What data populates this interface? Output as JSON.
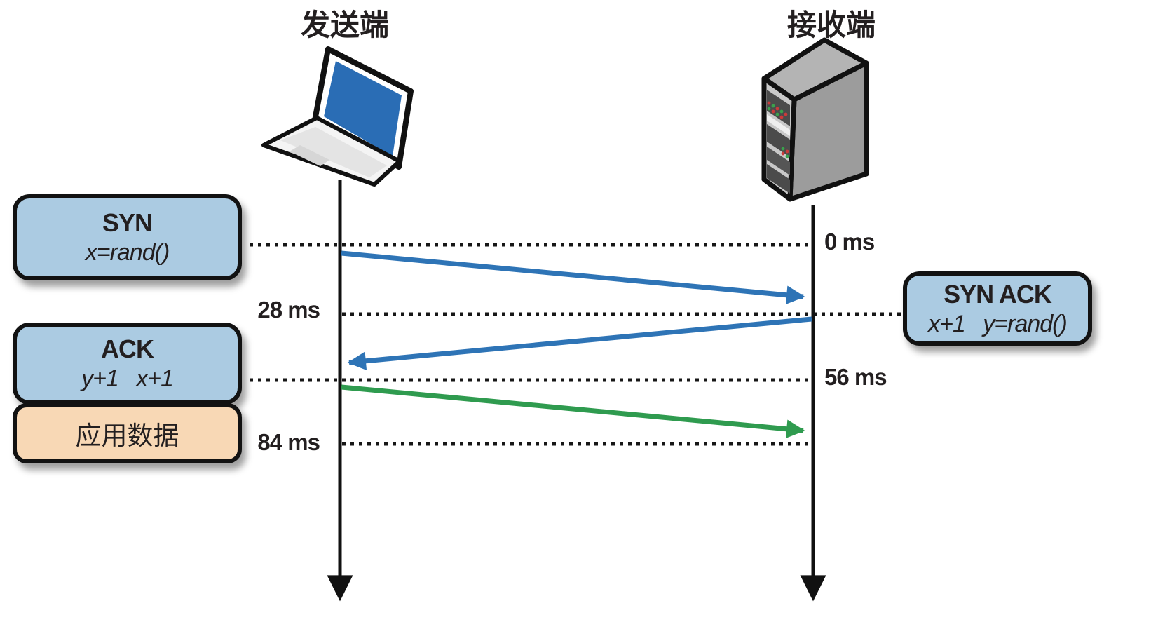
{
  "colors": {
    "box-blue": "#abcbe2",
    "box-peach": "#f8d8b5",
    "arrow-blue": "#2e74b6",
    "arrow-green": "#2f9b4f",
    "screen-blue": "#2a6db5",
    "ink": "#231f20"
  },
  "endpoints": {
    "sender": {
      "label": "发送端",
      "icon": "laptop-icon"
    },
    "receiver": {
      "label": "接收端",
      "icon": "server-icon"
    }
  },
  "messages": {
    "syn": {
      "title": "SYN",
      "formula": "x=rand()"
    },
    "synack": {
      "title": "SYN ACK",
      "formula": "x+1   y=rand()"
    },
    "ack": {
      "title": "ACK",
      "formula": "y+1   x+1"
    },
    "app_data": {
      "label": "应用数据"
    }
  },
  "timeline": {
    "t0": "0 ms",
    "t28": "28 ms",
    "t56": "56 ms",
    "t84": "84 ms"
  }
}
